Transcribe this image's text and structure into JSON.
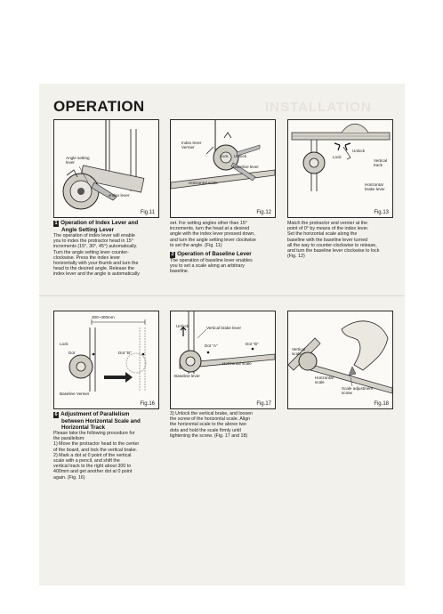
{
  "page": {
    "title": "OPERATION",
    "ghost_title": "INSTALLATION"
  },
  "figs": {
    "fig11": {
      "label": "Fig.11",
      "callouts": [
        "Angle setting\nlever",
        "Index lever"
      ]
    },
    "fig12": {
      "label": "Fig.12",
      "callouts": [
        "Index lever\nVernier",
        "Lock",
        "Unlock",
        "Baseline lever",
        "Horizontal scale"
      ]
    },
    "fig13": {
      "label": "Fig.13",
      "callouts": [
        "Unlock",
        "Lock",
        "Vertical\ntrack",
        "Horizontal\nbrake lever"
      ]
    },
    "fig16": {
      "label": "Fig.16",
      "callouts": [
        "300~400mm",
        "Lock",
        "Dot",
        "Dot \"B\"",
        "Baseline Vernier"
      ]
    },
    "fig17": {
      "label": "Fig.17",
      "callouts": [
        "Unlock",
        "Vertical brake lever",
        "Dot \"A\"",
        "Dot \"B\"",
        "Horizontal scale",
        "Baseline lever"
      ]
    },
    "fig18": {
      "label": "Fig.18",
      "callouts": [
        "Vertical\nscale",
        "Horizontal\nscale",
        "Scale adjustment\nscrew"
      ]
    }
  },
  "sections": {
    "s1": {
      "num": "1",
      "heading_line1": "Operation of Index Lever and",
      "heading_line2": "Angle Setting Lever",
      "lines": [
        "The operation of index lever will enable",
        "you to index the protractor head in 15°",
        "increments (15°, 30°, 45°) automatically.",
        "Turn the angle setting lever counter-",
        "clockwise. Press the index lever",
        "horizontally with your thumb and turn the",
        "head to the desired angle. Release the",
        "index lever and the angle is automatically"
      ]
    },
    "s1_cont": {
      "lines": [
        "set. For setting angles other than 15°",
        "increments, turn the head at a desired",
        "angle with the index lever pressed down,",
        "and turn the angle setting lever clockwise",
        "to set the angle. (Fig. 11)"
      ]
    },
    "s2": {
      "num": "2",
      "heading": "Operation of Baseline Lever",
      "lines": [
        "The operation of baseline lever enables",
        "you to set a scale along an arbitrary",
        "baseline."
      ]
    },
    "s2_cont": {
      "lines": [
        "Match the protractor and vernier at the",
        "point of 0° by means of the index lever.",
        "Set the horizontal scale along the",
        "baseline with the baseline lever turned",
        "all the way to counter-clockwise to release,",
        "and turn the baseline lever clockwise to lock",
        "(Fig. 12)"
      ]
    },
    "s6": {
      "num": "6",
      "heading_line1": "Adjustment of Parallelism",
      "heading_line2": "between Horizontal Scale and",
      "heading_line3": "Horizontal Track",
      "intro": [
        "Please take the following procedure for",
        "the parallelism:"
      ],
      "lines": [
        "1) Move the protractor head to the center",
        "    of the board, and lock the vertical brake.",
        "2) Mark a dot at 0 point of the vertical",
        "    scale with a pencil, and shift the",
        "    vertical track to the right about 300 to",
        "    400mm and get another dot at 0 point",
        "    again. (Fig. 16)"
      ]
    },
    "s6_cont": {
      "lines": [
        "3) Unlock the vertical brake, and loosen",
        "    the screw of the horizontal scale. Align",
        "    the horizontal scale to the above two",
        "    dots and hold the scale firmly until",
        "    tightening the screw. (Fig. 17 and 18)"
      ]
    }
  }
}
